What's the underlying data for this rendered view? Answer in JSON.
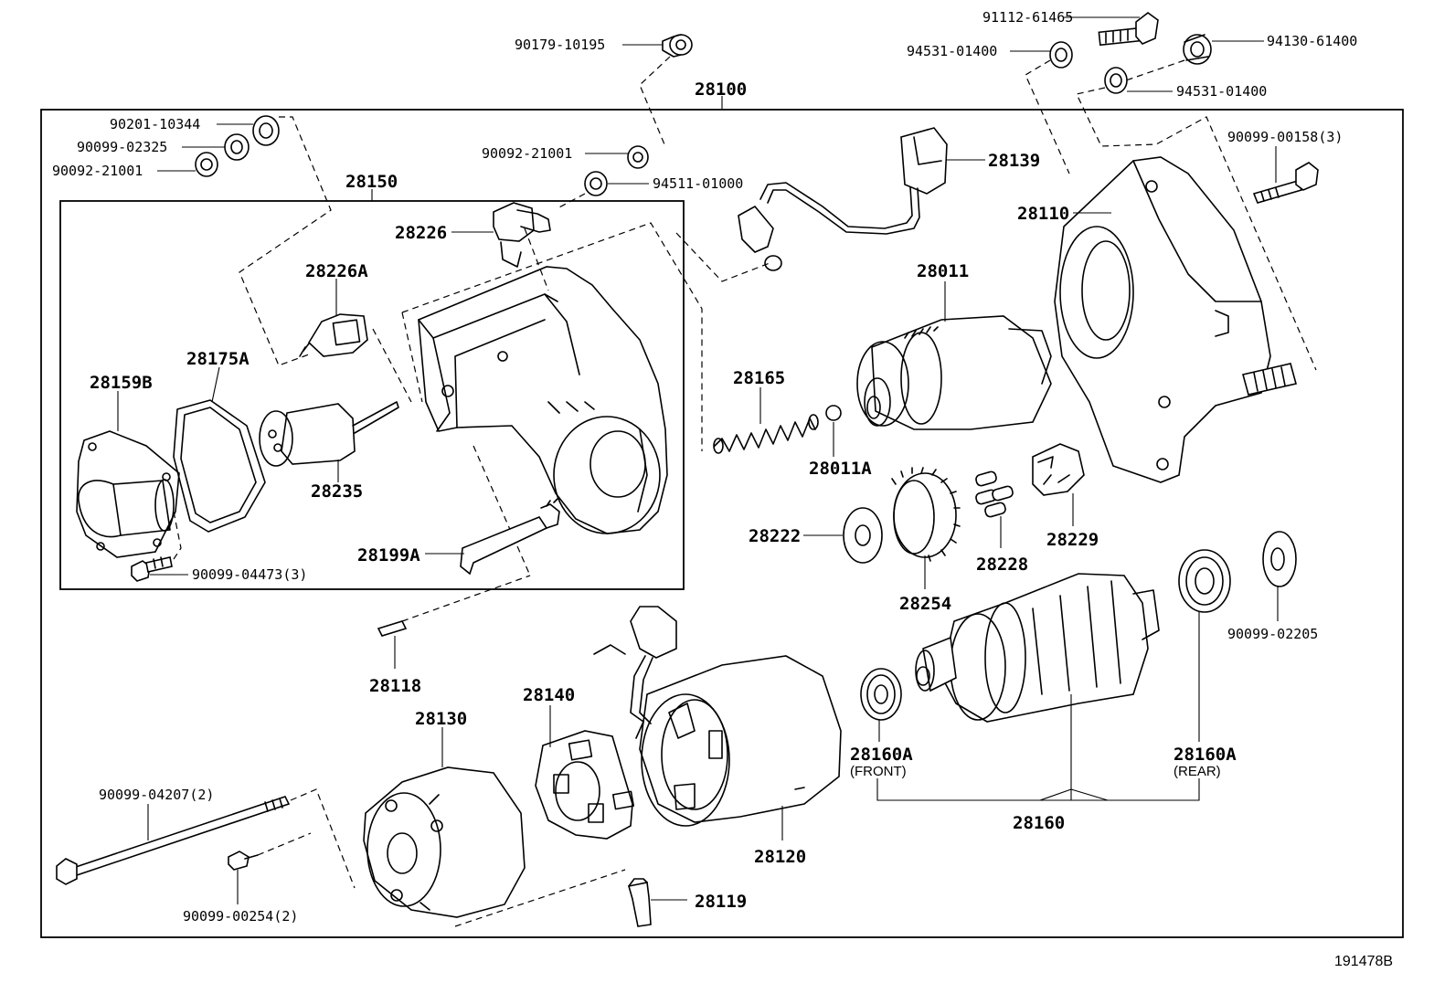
{
  "diagram_code": "191478B",
  "labels": {
    "p90179_10195": "90179-10195",
    "p28100": "28100",
    "p91112_61465": "91112-61465",
    "p94531_01400_a": "94531-01400",
    "p94130_61400": "94130-61400",
    "p94531_01400_b": "94531-01400",
    "p90201_10344": "90201-10344",
    "p90099_02325": "90099-02325",
    "p90092_21001_a": "90092-21001",
    "p90092_21001_b": "90092-21001",
    "p94511_01000": "94511-01000",
    "p28139": "28139",
    "p90099_00158": "90099-00158(3)",
    "p28150": "28150",
    "p28226": "28226",
    "p28110": "28110",
    "p28226A": "28226A",
    "p28011": "28011",
    "p28175A": "28175A",
    "p28159B": "28159B",
    "p28165": "28165",
    "p28235": "28235",
    "p28011A": "28011A",
    "p28222": "28222",
    "p28199A": "28199A",
    "p28229": "28229",
    "p28228": "28228",
    "p90099_04473": "90099-04473(3)",
    "p28254": "28254",
    "p90099_02205": "90099-02205",
    "p28118": "28118",
    "p28140": "28140",
    "p28130": "28130",
    "p28160A_front": "28160A",
    "front": "(FRONT)",
    "p28160A_rear": "28160A",
    "rear": "(REAR)",
    "p90099_04207": "90099-04207(2)",
    "p28160": "28160",
    "p28120": "28120",
    "p90099_00254": "90099-00254(2)",
    "p28119": "28119"
  }
}
